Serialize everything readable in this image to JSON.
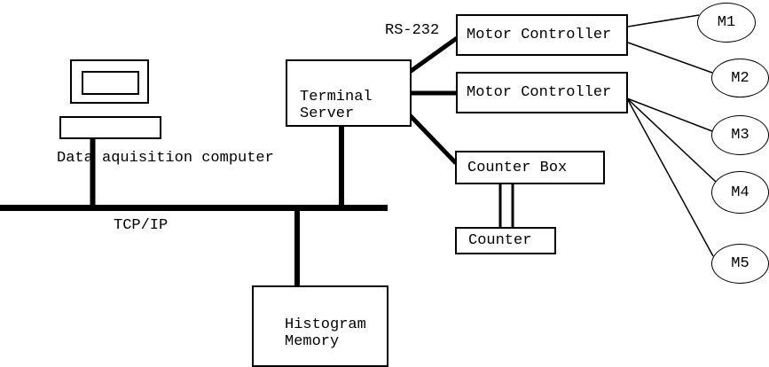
{
  "colors": {
    "background": "#ffffff",
    "stroke": "#000000"
  },
  "labels": {
    "data_acquisition": "Data aquisition computer",
    "tcpip": "TCP/IP",
    "rs232": "RS-232"
  },
  "nodes": {
    "terminal_server": "Terminal\nServer",
    "motor_controller_1": "Motor Controller",
    "motor_controller_2": "Motor Controller",
    "counter_box": "Counter Box",
    "counter": "Counter",
    "histogram_memory": "Histogram\nMemory",
    "motors": [
      "M1",
      "M2",
      "M3",
      "M4",
      "M5"
    ]
  }
}
